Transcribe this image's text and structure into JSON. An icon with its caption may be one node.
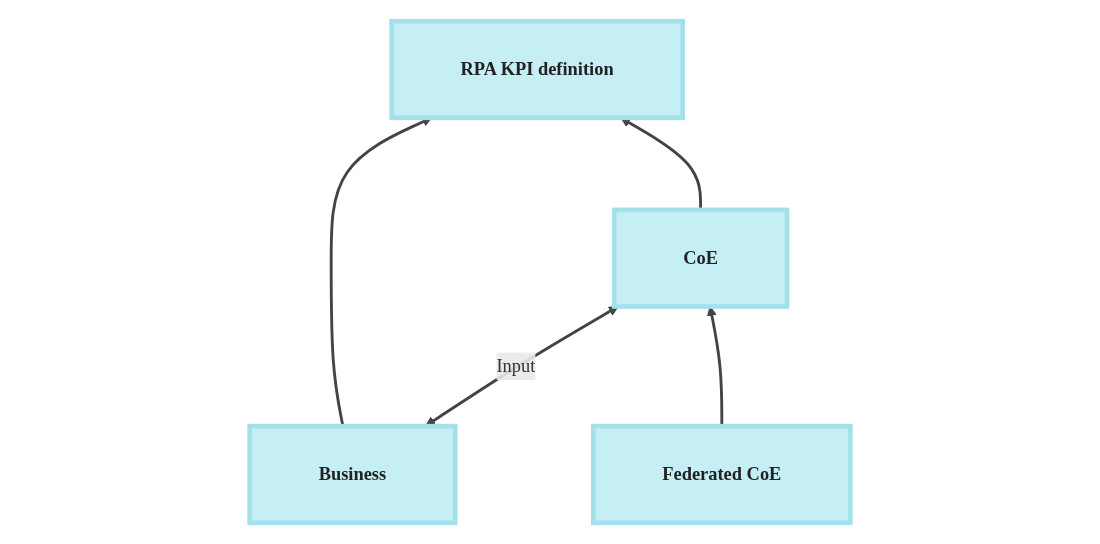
{
  "diagram": {
    "nodes": [
      {
        "text": [
          "RPA KPI definition"
        ]
      },
      {
        "text": [
          "Business"
        ]
      },
      {
        "text": [
          "CoE"
        ]
      },
      {
        "text": [
          "Federated CoE"
        ]
      }
    ],
    "edges": [
      {
        "from": 1,
        "to": 0,
        "arrow": "to"
      },
      {
        "from": 2,
        "to": 0,
        "arrow": "to"
      },
      {
        "from": 1,
        "to": 2,
        "arrow": "both",
        "label": "Input"
      },
      {
        "from": 3,
        "to": 2,
        "arrow": "to"
      }
    ]
  }
}
